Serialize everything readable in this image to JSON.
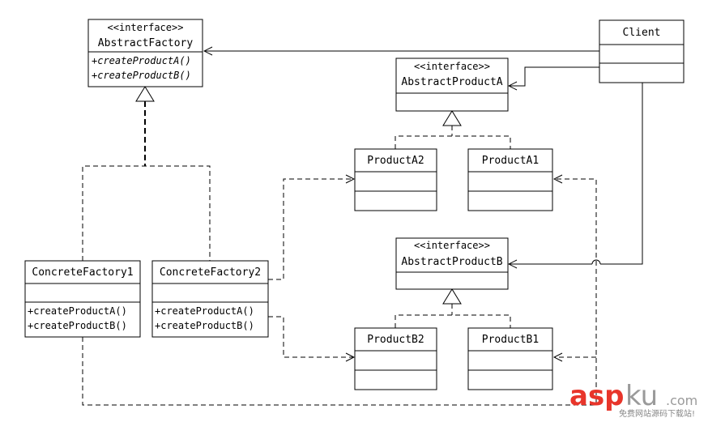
{
  "diagram": {
    "classes": {
      "abstract_factory": {
        "stereotype": "<<interface>>",
        "name": "AbstractFactory",
        "methods": [
          "+createProductA()",
          "+createProductB()"
        ]
      },
      "client": {
        "name": "Client"
      },
      "abstract_product_a": {
        "stereotype": "<<interface>>",
        "name": "AbstractProductA"
      },
      "product_a2": {
        "name": "ProductA2"
      },
      "product_a1": {
        "name": "ProductA1"
      },
      "abstract_product_b": {
        "stereotype": "<<interface>>",
        "name": "AbstractProductB"
      },
      "product_b2": {
        "name": "ProductB2"
      },
      "product_b1": {
        "name": "ProductB1"
      },
      "concrete_factory1": {
        "name": "ConcreteFactory1",
        "methods": [
          "+createProductA()",
          "+createProductB()"
        ]
      },
      "concrete_factory2": {
        "name": "ConcreteFactory2",
        "methods": [
          "+createProductA()",
          "+createProductB()"
        ]
      }
    }
  },
  "watermark": {
    "brand_red": "asp",
    "brand_gray": "ku",
    "domain": ".com",
    "tagline": "免费网站源码下载站!",
    "color_red": "#e8352b",
    "color_gray": "#9a9a9a"
  }
}
